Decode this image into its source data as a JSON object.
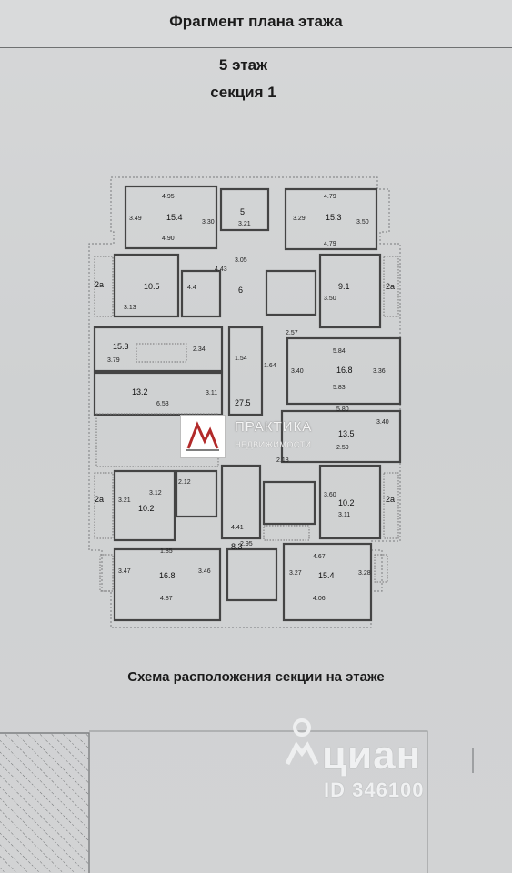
{
  "header": {
    "title": "Фрагмент плана этажа",
    "floor": "5 этаж",
    "section": "секция 1"
  },
  "footer": {
    "scheme_caption": "Схема расположения секции на этаже"
  },
  "watermarks": {
    "agency_name": "ПРАКТИКА",
    "agency_subtitle": "НЕДВИЖИМОСТИ",
    "cian_logo": "циан",
    "cian_id": "ID 346100",
    "agency_logo_icon": "praktika-logo-icon",
    "cian_pin_icon": "map-pin-icon"
  },
  "plan": {
    "rooms": [
      {
        "id": "r-top-left",
        "dims": [
          "4.95",
          "3.49",
          "3.30",
          "4.90"
        ],
        "area": "15.4"
      },
      {
        "id": "r-top-wc",
        "dims": [
          "3.21"
        ],
        "area": "5"
      },
      {
        "id": "r-top-right",
        "dims": [
          "4.79",
          "3.29",
          "3.50",
          "4.79"
        ],
        "area": "15.3"
      },
      {
        "id": "r-left-upper",
        "dims": [
          "3.13"
        ],
        "area": "10.5"
      },
      {
        "id": "r-hall-upper",
        "dims": [
          "4.43",
          "3.05"
        ],
        "area": "6"
      },
      {
        "id": "r-right-upper",
        "dims": [
          "3.50"
        ],
        "area": "9.1"
      },
      {
        "id": "r-mid-left",
        "dims": [
          "3.79",
          "2.34"
        ],
        "area": "15.3"
      },
      {
        "id": "r-mid-right",
        "dims": [
          "5.84",
          "3.40",
          "3.36",
          "5.83"
        ],
        "area": "16.8"
      },
      {
        "id": "r-kitchen-left",
        "dims": [
          "6.53",
          "3.11"
        ],
        "area": "13.2"
      },
      {
        "id": "r-corridor",
        "dims": [
          "1.54",
          "2.57"
        ],
        "area": "27.5"
      },
      {
        "id": "r-right-lower",
        "dims": [
          "5.80",
          "2.59",
          "3.40"
        ],
        "area": "13.5"
      },
      {
        "id": "r-left-lower",
        "dims": [
          "3.21",
          "3.12"
        ],
        "area": "10.2"
      },
      {
        "id": "r-right-lower2",
        "dims": [
          "3.60",
          "3.11"
        ],
        "area": "10.2"
      },
      {
        "id": "r-bottom-left",
        "dims": [
          "1.85",
          "3.47",
          "3.46",
          "4.87"
        ],
        "area": "16.8"
      },
      {
        "id": "r-bottom-mid",
        "dims": [
          "4.41",
          "2.95"
        ],
        "area": "8.3"
      },
      {
        "id": "r-bottom-right",
        "dims": [
          "4.67",
          "3.27",
          "3.28",
          "4.06"
        ],
        "area": "15.4"
      }
    ],
    "balcony_labels": [
      "2а",
      "2а",
      "2а",
      "2а"
    ],
    "misc_labels": [
      "2.18",
      "1.64",
      "2.12",
      "4.4"
    ]
  }
}
